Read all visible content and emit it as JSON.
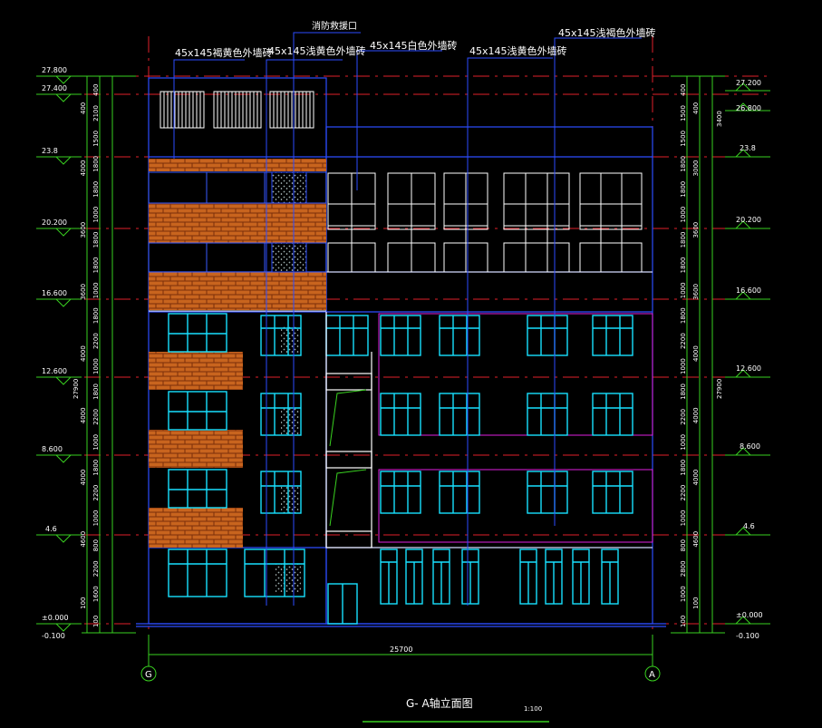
{
  "drawing": {
    "title": "G- A轴立面图",
    "scale": "1:100",
    "overall_dimension": "25700",
    "axis_left": "G",
    "axis_right": "A",
    "callouts": [
      {
        "text": "消防救援口"
      },
      {
        "text": "45x145褐黄色外墙砖"
      },
      {
        "text": "45x145浅黄色外墙砖"
      },
      {
        "text": "45x145白色外墙砖"
      },
      {
        "text": "45x145浅黄色外墙砖"
      },
      {
        "text": "45x145浅褐色外墙砖"
      }
    ],
    "elevations_left": [
      "27.800",
      "27.400",
      "23.8",
      "20.200",
      "16.600",
      "12.600",
      "8.600",
      "4.6",
      "±0.000",
      "-0.100"
    ],
    "elevations_right": [
      "27.200",
      "26.800",
      "23.8",
      "20.200",
      "16.600",
      "12.600",
      "8.600",
      "4.6",
      "±0.000",
      "-0.100"
    ],
    "dims_left_inner": [
      "400",
      "2100",
      "1500",
      "1800",
      "1800",
      "1000",
      "1800",
      "1800",
      "1000",
      "1800",
      "2200",
      "1000",
      "1800",
      "2200",
      "1000",
      "1800",
      "2200",
      "1000",
      "800",
      "2200",
      "1600",
      "100"
    ],
    "dims_left_outer": [
      "400",
      "4000",
      "3600",
      "3600",
      "4000",
      "4000",
      "4000",
      "4600",
      "100"
    ],
    "dims_left_total": "27900",
    "dims_right_inner": [
      "400",
      "1500",
      "1500",
      "1800",
      "1800",
      "1000",
      "1800",
      "1800",
      "1000",
      "1800",
      "2200",
      "1000",
      "1800",
      "2200",
      "1000",
      "1800",
      "2200",
      "1000",
      "800",
      "2800",
      "1000",
      "100"
    ],
    "dims_right_outer": [
      "400",
      "3000",
      "3600",
      "3600",
      "4000",
      "4000",
      "4000",
      "4600",
      "100"
    ],
    "dims_right_total": "27900",
    "dims_right_top": "3400"
  }
}
